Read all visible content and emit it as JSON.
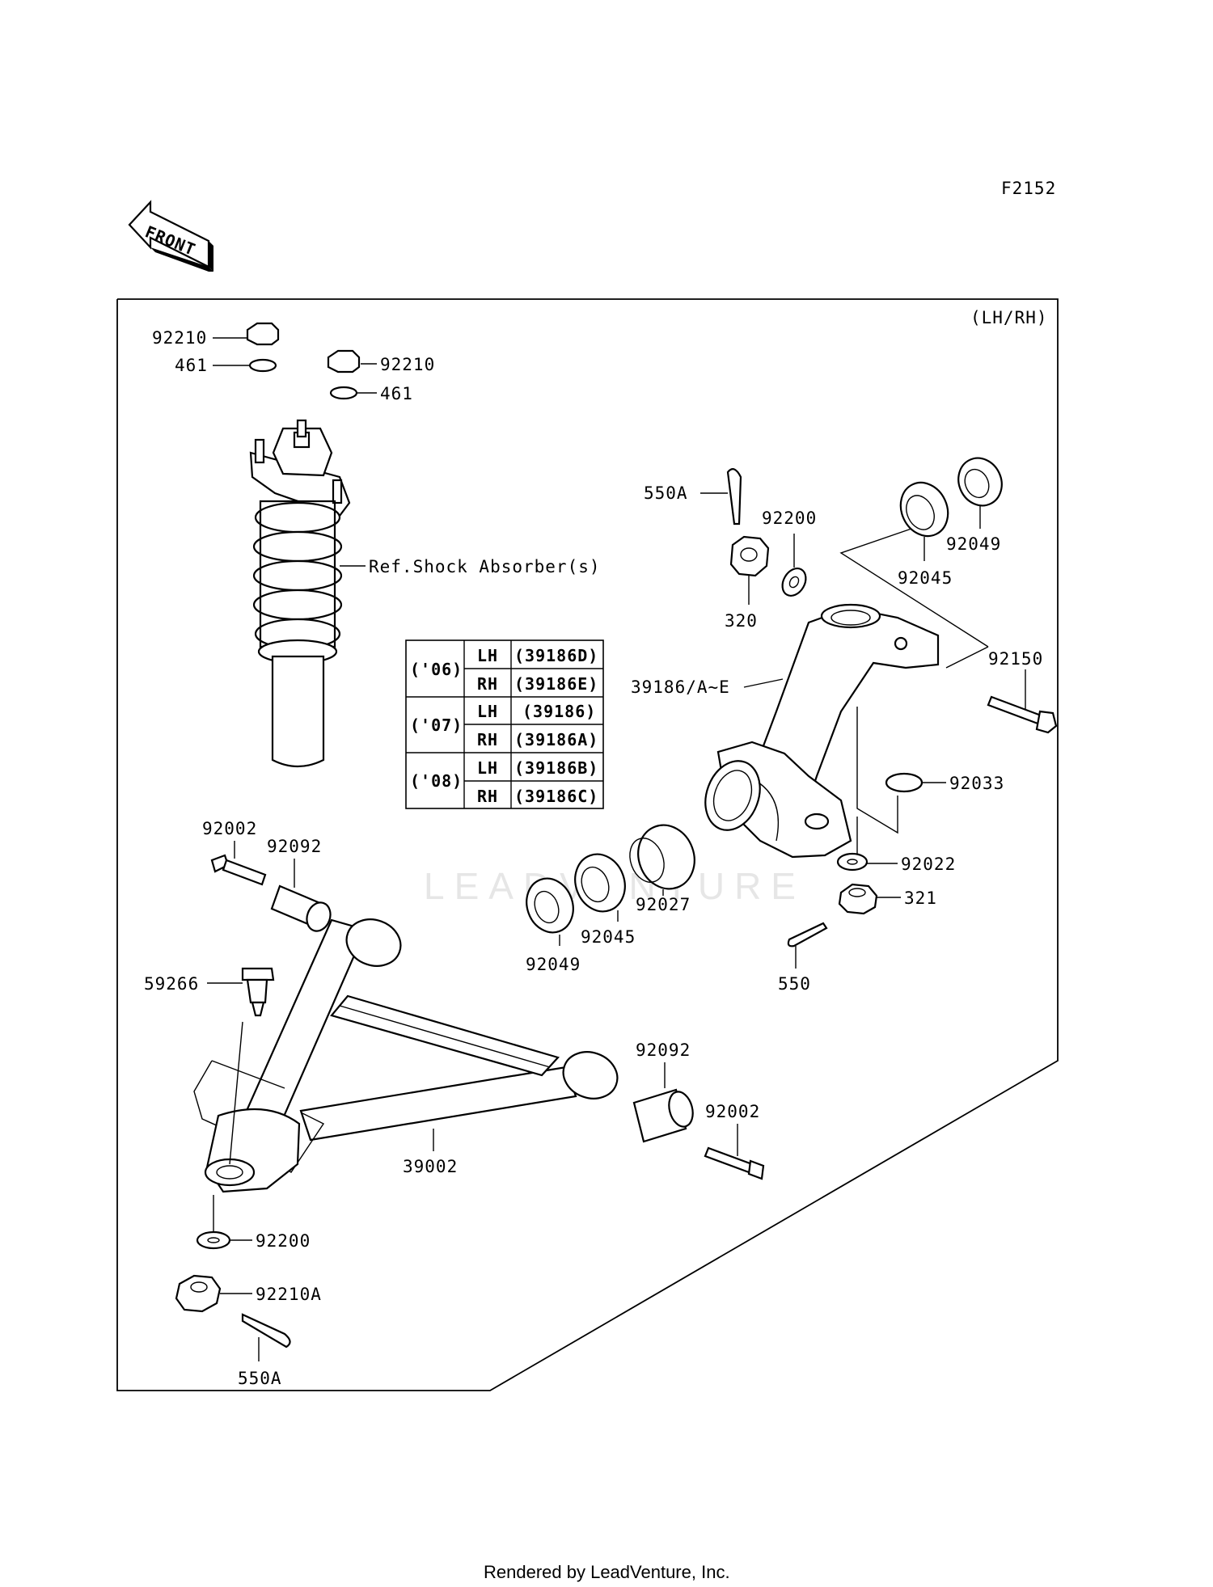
{
  "diagram_code": "F2152",
  "front_arrow_label": "FRONT",
  "side_note": "(LH/RH)",
  "shock_ref": "Ref.Shock Absorber(s)",
  "watermark": "LEADVENTURE",
  "footer": "Rendered by LeadVenture, Inc.",
  "callouts": {
    "nut_92210_left": "92210",
    "washer_461_left": "461",
    "nut_92210_right": "92210",
    "washer_461_right": "461",
    "cotter_550A_top": "550A",
    "washer_92200_top": "92200",
    "nut_320": "320",
    "bearing_92045_top": "92045",
    "seal_92049_top": "92049",
    "bolt_92150": "92150",
    "knuckle_39186": "39186/A~E",
    "circlip_92033": "92033",
    "washer_92022": "92022",
    "nut_321": "321",
    "cotter_550": "550",
    "spacer_92027": "92027",
    "bearing_92045_bottom": "92045",
    "seal_92049_bottom": "92049",
    "bolt_92002_left": "92002",
    "bushing_92092_left": "92092",
    "balljoint_59266": "59266",
    "bushing_92092_right": "92092",
    "bolt_92002_right": "92002",
    "arm_39002": "39002",
    "washer_92200_bottom": "92200",
    "nut_92210A": "92210A",
    "cotter_550A_bottom": "550A"
  },
  "year_table": [
    {
      "year": "('06)",
      "lh": "(39186D)",
      "rh": "(39186E)"
    },
    {
      "year": "('07)",
      "lh": "(39186)",
      "rh": "(39186A)"
    },
    {
      "year": "('08)",
      "lh": "(39186B)",
      "rh": "(39186C)"
    }
  ],
  "year_table_headers": {
    "lh": "LH",
    "rh": "RH"
  }
}
